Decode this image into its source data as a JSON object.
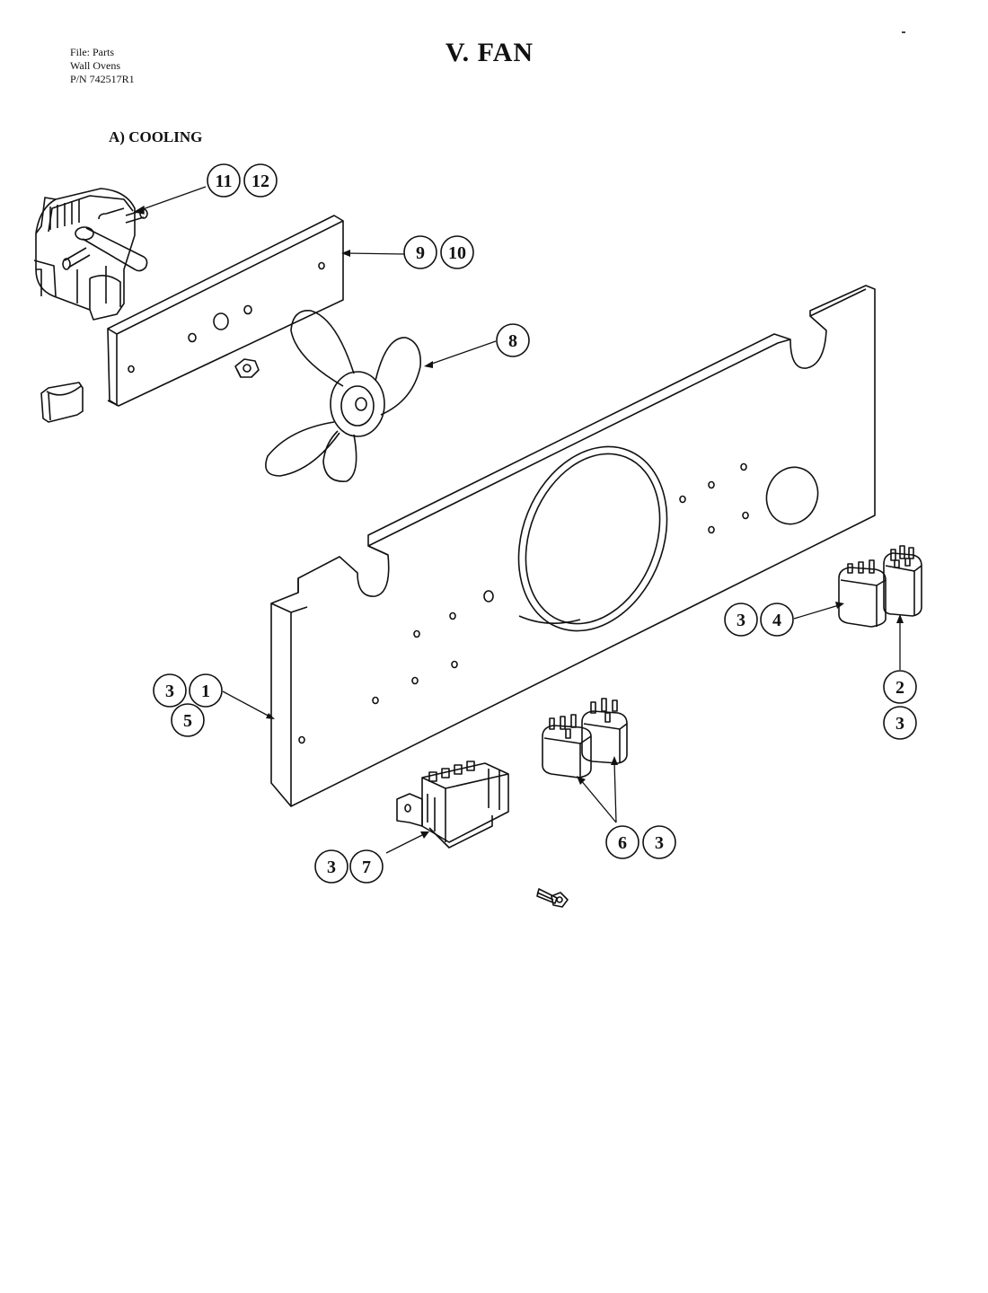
{
  "header": {
    "file_line1": "File: Parts",
    "file_line2": "Wall Ovens",
    "file_line3": "P/N 742517R1"
  },
  "title": "V.  FAN",
  "section": "A)  COOLING",
  "callouts": [
    "11",
    "12",
    "9",
    "10",
    "8",
    "3",
    "4",
    "2",
    "3",
    "3",
    "1",
    "5",
    "6",
    "3",
    "3",
    "7"
  ]
}
